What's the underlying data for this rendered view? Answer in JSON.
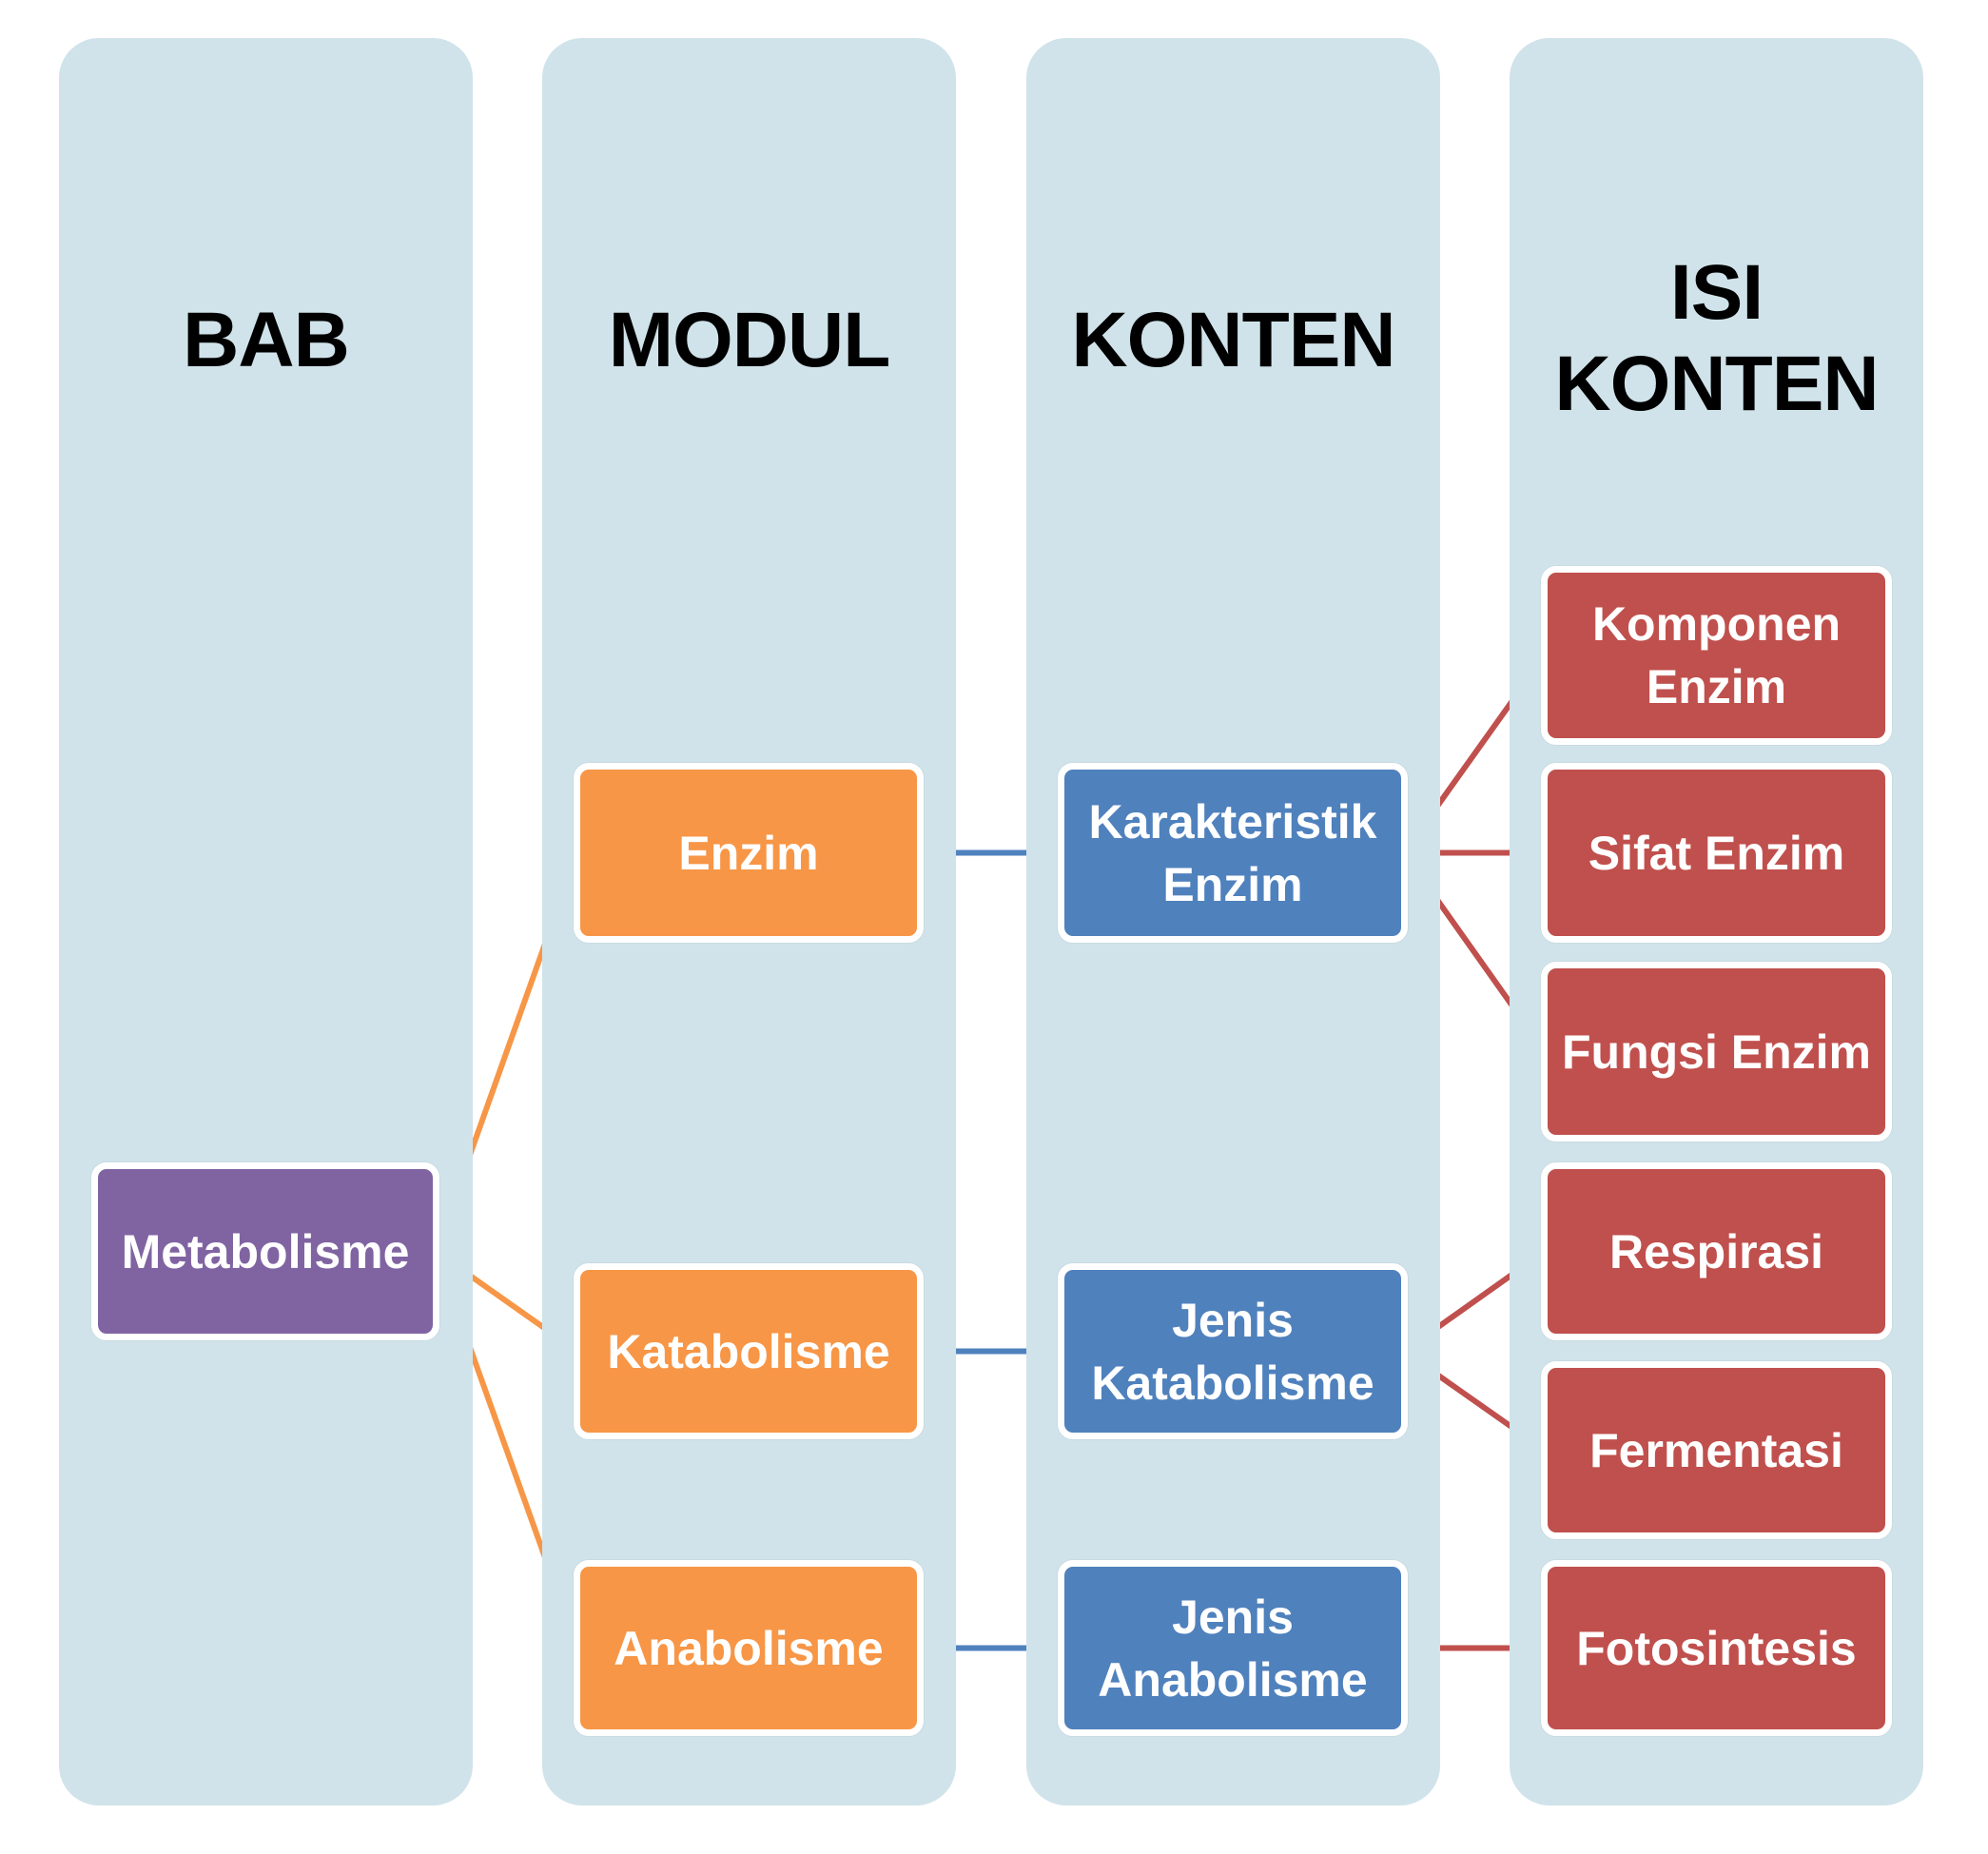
{
  "columns": [
    {
      "title": "BAB"
    },
    {
      "title": "MODUL"
    },
    {
      "title": "KONTEN"
    },
    {
      "title_lines": [
        "ISI",
        "KONTEN"
      ]
    }
  ],
  "nodes": {
    "metabolisme": {
      "label": "Metabolisme",
      "color": "#8064a2"
    },
    "enzim": {
      "label": "Enzim",
      "color": "#f79646"
    },
    "katabolisme": {
      "label": "Katabolisme",
      "color": "#f79646"
    },
    "anabolisme": {
      "label": "Anabolisme",
      "color": "#f79646"
    },
    "karakteristik_enzim": {
      "label_lines": [
        "Karakteristik",
        "Enzim"
      ],
      "color": "#4f81bd"
    },
    "jenis_katabolisme": {
      "label_lines": [
        "Jenis",
        "Katabolisme"
      ],
      "color": "#4f81bd"
    },
    "jenis_anabolisme": {
      "label_lines": [
        "Jenis",
        "Anabolisme"
      ],
      "color": "#4f81bd"
    },
    "komponen_enzim": {
      "label_lines": [
        "Komponen",
        "Enzim"
      ],
      "color": "#c0504d"
    },
    "sifat_enzim": {
      "label": "Sifat Enzim",
      "color": "#c0504d"
    },
    "fungsi_enzim": {
      "label": "Fungsi Enzim",
      "color": "#c0504d"
    },
    "respirasi": {
      "label": "Respirasi",
      "color": "#c0504d"
    },
    "fermentasi": {
      "label": "Fermentasi",
      "color": "#c0504d"
    },
    "fotosintesis": {
      "label": "Fotosintesis",
      "color": "#c0504d"
    }
  },
  "edges": [
    {
      "from": "metabolisme",
      "to": "enzim",
      "color": "#f79646"
    },
    {
      "from": "metabolisme",
      "to": "katabolisme",
      "color": "#f79646"
    },
    {
      "from": "metabolisme",
      "to": "anabolisme",
      "color": "#f79646"
    },
    {
      "from": "enzim",
      "to": "karakteristik_enzim",
      "color": "#4f81bd"
    },
    {
      "from": "katabolisme",
      "to": "jenis_katabolisme",
      "color": "#4f81bd"
    },
    {
      "from": "anabolisme",
      "to": "jenis_anabolisme",
      "color": "#4f81bd"
    },
    {
      "from": "karakteristik_enzim",
      "to": "komponen_enzim",
      "color": "#c0504d"
    },
    {
      "from": "karakteristik_enzim",
      "to": "sifat_enzim",
      "color": "#c0504d"
    },
    {
      "from": "karakteristik_enzim",
      "to": "fungsi_enzim",
      "color": "#c0504d"
    },
    {
      "from": "jenis_katabolisme",
      "to": "respirasi",
      "color": "#c0504d"
    },
    {
      "from": "jenis_katabolisme",
      "to": "fermentasi",
      "color": "#c0504d"
    },
    {
      "from": "jenis_anabolisme",
      "to": "fotosintesis",
      "color": "#c0504d"
    }
  ]
}
